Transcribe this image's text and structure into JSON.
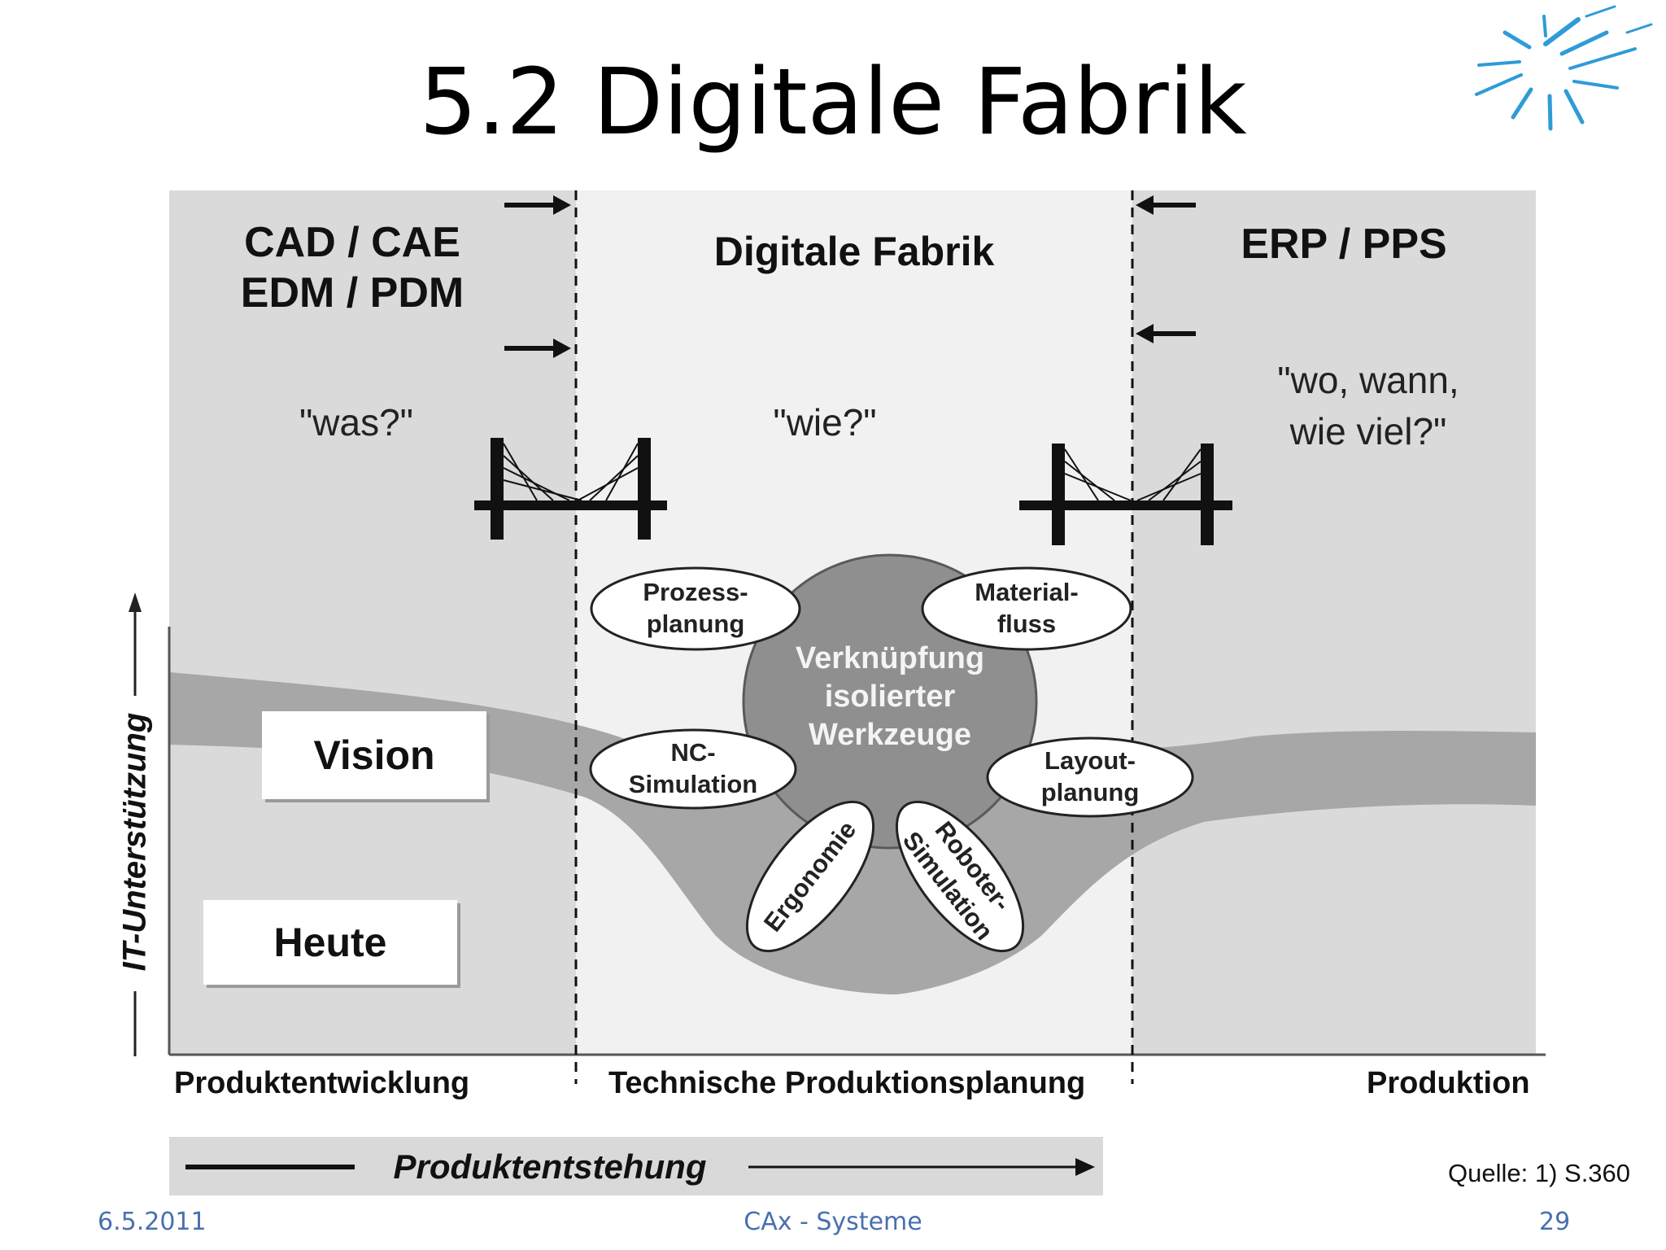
{
  "slide": {
    "title": "5.2 Digitale Fabrik",
    "footer_date": "6.5.2011",
    "footer_center": "CAx - Systeme",
    "footer_page": "29",
    "source": "Quelle: 1) S.360"
  },
  "diagram": {
    "left_header_1": "CAD / CAE",
    "left_header_2": "EDM / PDM",
    "center_header": "Digitale Fabrik",
    "right_header": "ERP / PPS",
    "left_question": "\"was?\"",
    "center_question": "\"wie?\"",
    "right_question_1": "\"wo, wann,",
    "right_question_2": "wie viel?\"",
    "vision_label": "Vision",
    "today_label": "Heute",
    "y_axis_label": "IT-Unterstützung",
    "phase_1": "Produktentwicklung",
    "phase_2": "Technische Produktionsplanung",
    "phase_3": "Produktion",
    "bottom_band": "Produktentstehung",
    "center_circle_1": "Verknüpfung",
    "center_circle_2": "isolierter",
    "center_circle_3": "Werkzeuge",
    "tools": {
      "prozess_1": "Prozess-",
      "prozess_2": "planung",
      "material_1": "Material-",
      "material_2": "fluss",
      "nc_1": "NC-",
      "nc_2": "Simulation",
      "layout_1": "Layout-",
      "layout_2": "planung",
      "ergonomie": "Ergonomie",
      "roboter_1": "Roboter-",
      "roboter_2": "Simulation"
    }
  },
  "colors": {
    "panel_gray": "#dadada",
    "band_gray": "#a7a7a7",
    "footer_blue": "#4a6fb0",
    "logo_blue": "#2f9bd8"
  }
}
